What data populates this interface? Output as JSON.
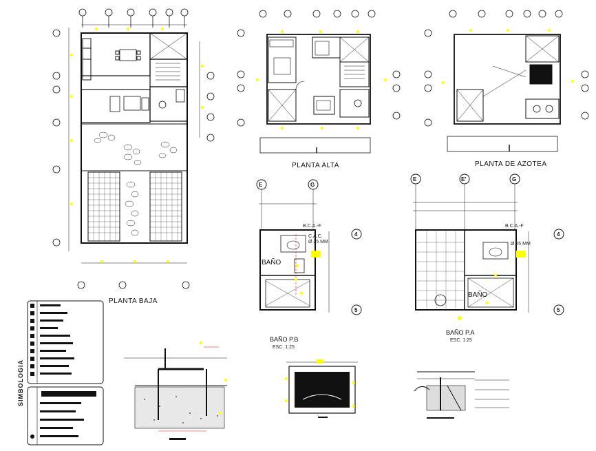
{
  "titles": {
    "planta_baja": "PLANTA BAJA",
    "planta_alta": "PLANTA ALTA",
    "planta_azotea": "PLANTA DE AZOTEA",
    "bano_pb": "BAÑO P.B",
    "bano_pa": "BAÑO P.A",
    "escala_pb": "ESC. 1:25",
    "escala_pa": "ESC. 1:25",
    "simbologia": "SIMBOLOGIA"
  },
  "bath_pb": {
    "room_label": "BAÑO",
    "axis_left": "E",
    "axis_right": "G",
    "axis_top": "4",
    "axis_bottom": "5",
    "bcap": "B.C.A.-F",
    "cac": "C.A.C.",
    "mm": "Ø 25 MM"
  },
  "bath_pa": {
    "room_label": "BAÑO",
    "axis_a": "E",
    "axis_b": "E'",
    "axis_c": "G",
    "axis_top": "4",
    "axis_bottom": "5",
    "bcap": "B.C.A.-F",
    "mm": "Ø 25 MM"
  },
  "colors": {
    "line": "#111111",
    "accent": "#ffff00",
    "background": "#ffffff"
  }
}
